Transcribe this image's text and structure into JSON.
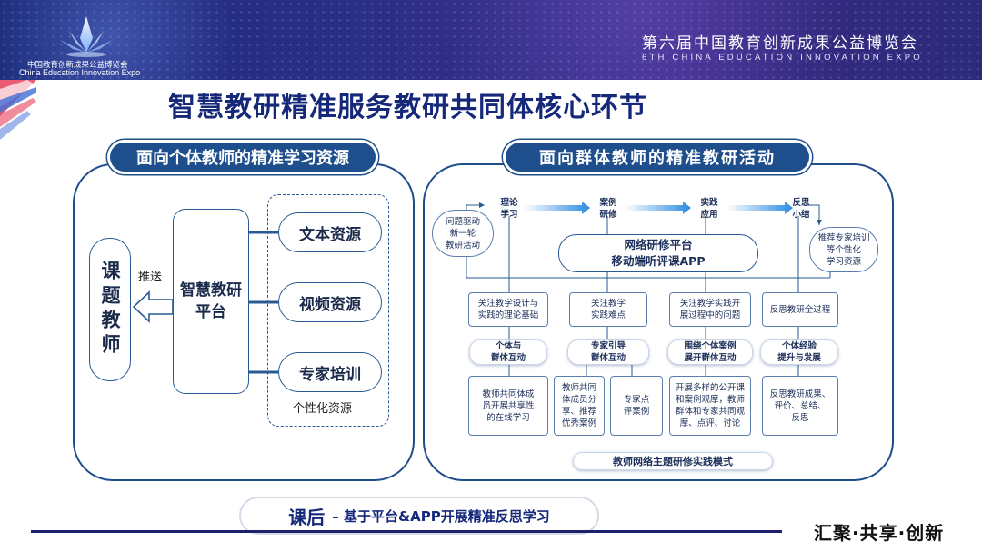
{
  "header": {
    "logo_cn": "中国教育创新成果公益博览会",
    "logo_en": "China Education Innovation Expo",
    "expo_cn": "第六届中国教育创新成果公益博览会",
    "expo_en": "6TH CHINA EDUCATION INNOVATION EXPO"
  },
  "title": "智慧教研精准服务教研共同体核心环节",
  "left": {
    "title": "面向个体教师的精准学习资源",
    "teacher": "课题教师",
    "push": "推送",
    "platform_line1": "智慧教研",
    "platform_line2": "平台",
    "resources": [
      "文本资源",
      "视频资源",
      "专家培训"
    ],
    "resources_label": "个性化资源"
  },
  "right": {
    "title": "面向群体教师的精准教研活动",
    "stages": [
      {
        "line1": "理论",
        "line2": "学习"
      },
      {
        "line1": "案例",
        "line2": "研修"
      },
      {
        "line1": "实践",
        "line2": "应用"
      },
      {
        "line1": "反思",
        "line2": "小结"
      }
    ],
    "side_left": [
      "问题驱动",
      "新一轮",
      "教研活动"
    ],
    "side_right": [
      "推荐专家培训",
      "等个性化",
      "学习资源"
    ],
    "platform_line1": "网络研修平台",
    "platform_line2": "移动端听评课APP",
    "focus": [
      [
        "关注教学设计与",
        "实践的理论基础"
      ],
      [
        "关注教学",
        "实践难点"
      ],
      [
        "关注教学实践开",
        "展过程中的问题"
      ],
      [
        "反思教研全过程"
      ]
    ],
    "modes": [
      [
        "个体与",
        "群体互动"
      ],
      [
        "专家引导",
        "群体互动"
      ],
      [
        "围绕个体案例",
        "展开群体互动"
      ],
      [
        "个体经验",
        "提升与发展"
      ]
    ],
    "details": [
      [
        "教师共同体成",
        "员开展共享性",
        "的在线学习"
      ],
      [
        "教师共同",
        "体成员分",
        "享、推荐",
        "优秀案例"
      ],
      [
        "专家点",
        "评案例"
      ],
      [
        "开展多样的公开课",
        "和案例观摩，教师",
        "群体和专家共同观",
        "摩、点评、讨论"
      ],
      [
        "反思教研成果、",
        "评价、总结、",
        "反思"
      ]
    ],
    "mode_title": "教师网络主题研修实践模式"
  },
  "footer": {
    "after_key": "课后",
    "after_text": "– 基于平台&APP开展精准反思学习",
    "slogan": "汇聚·共享·创新"
  },
  "colors": {
    "header_bg": "#2a2f86",
    "panel_border": "#1f4c8a",
    "pill_bg": "#1e4f8c",
    "title_text": "#16287a",
    "arrow_blue": "#2b8be0"
  }
}
